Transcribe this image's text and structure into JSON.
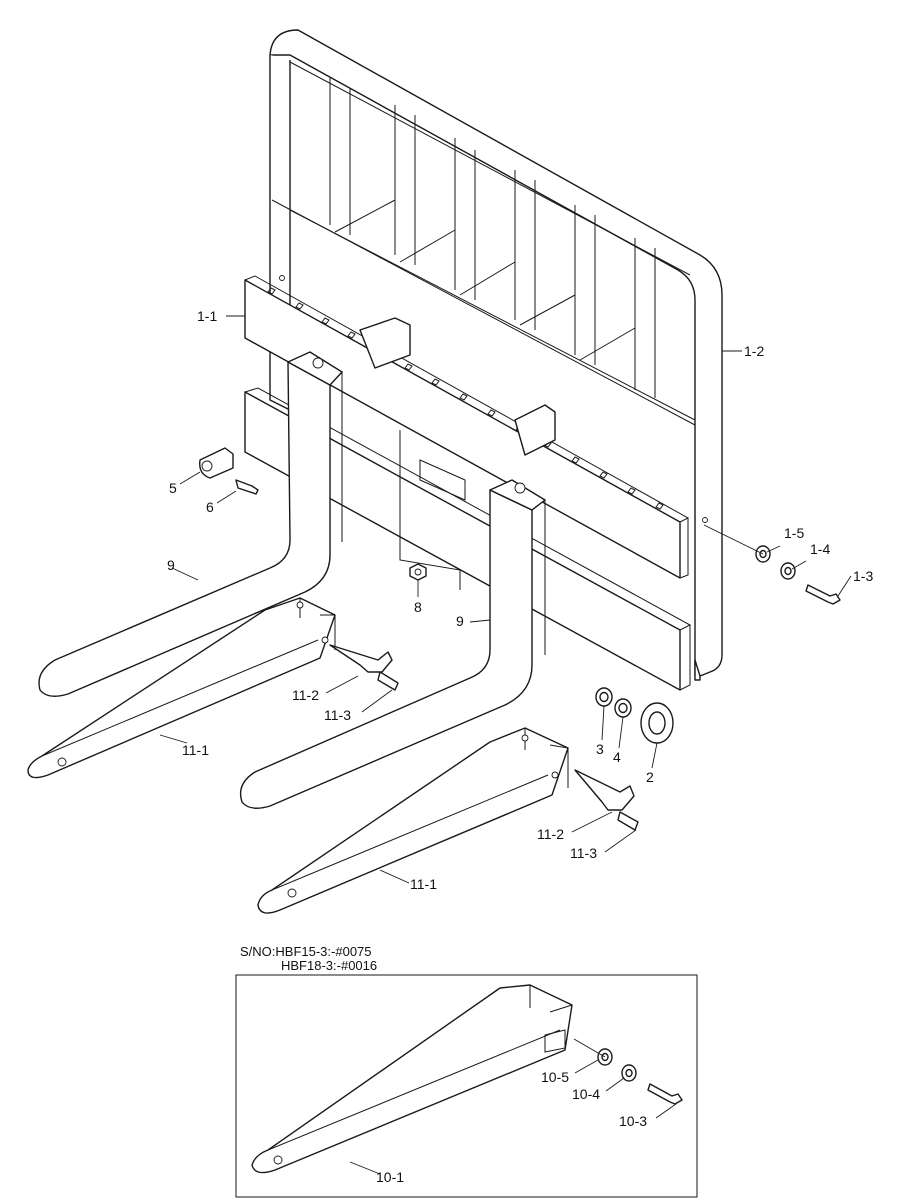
{
  "labels": {
    "1_1": "1-1",
    "1_2": "1-2",
    "1_3": "1-3",
    "1_4": "1-4",
    "1_5": "1-5",
    "2": "2",
    "3": "3",
    "4": "4",
    "5": "5",
    "6": "6",
    "8": "8",
    "9_left": "9",
    "9_right": "9",
    "11_1_left": "11-1",
    "11_1_right": "11-1",
    "11_2_left": "11-2",
    "11_2_right": "11-2",
    "11_3_left": "11-3",
    "11_3_right": "11-3",
    "10_1": "10-1",
    "10_3": "10-3",
    "10_4": "10-4",
    "10_5": "10-5"
  },
  "serial_note": {
    "line1": "S/NO:HBF15-3:-#0075",
    "line2": "HBF18-3:-#0016"
  }
}
